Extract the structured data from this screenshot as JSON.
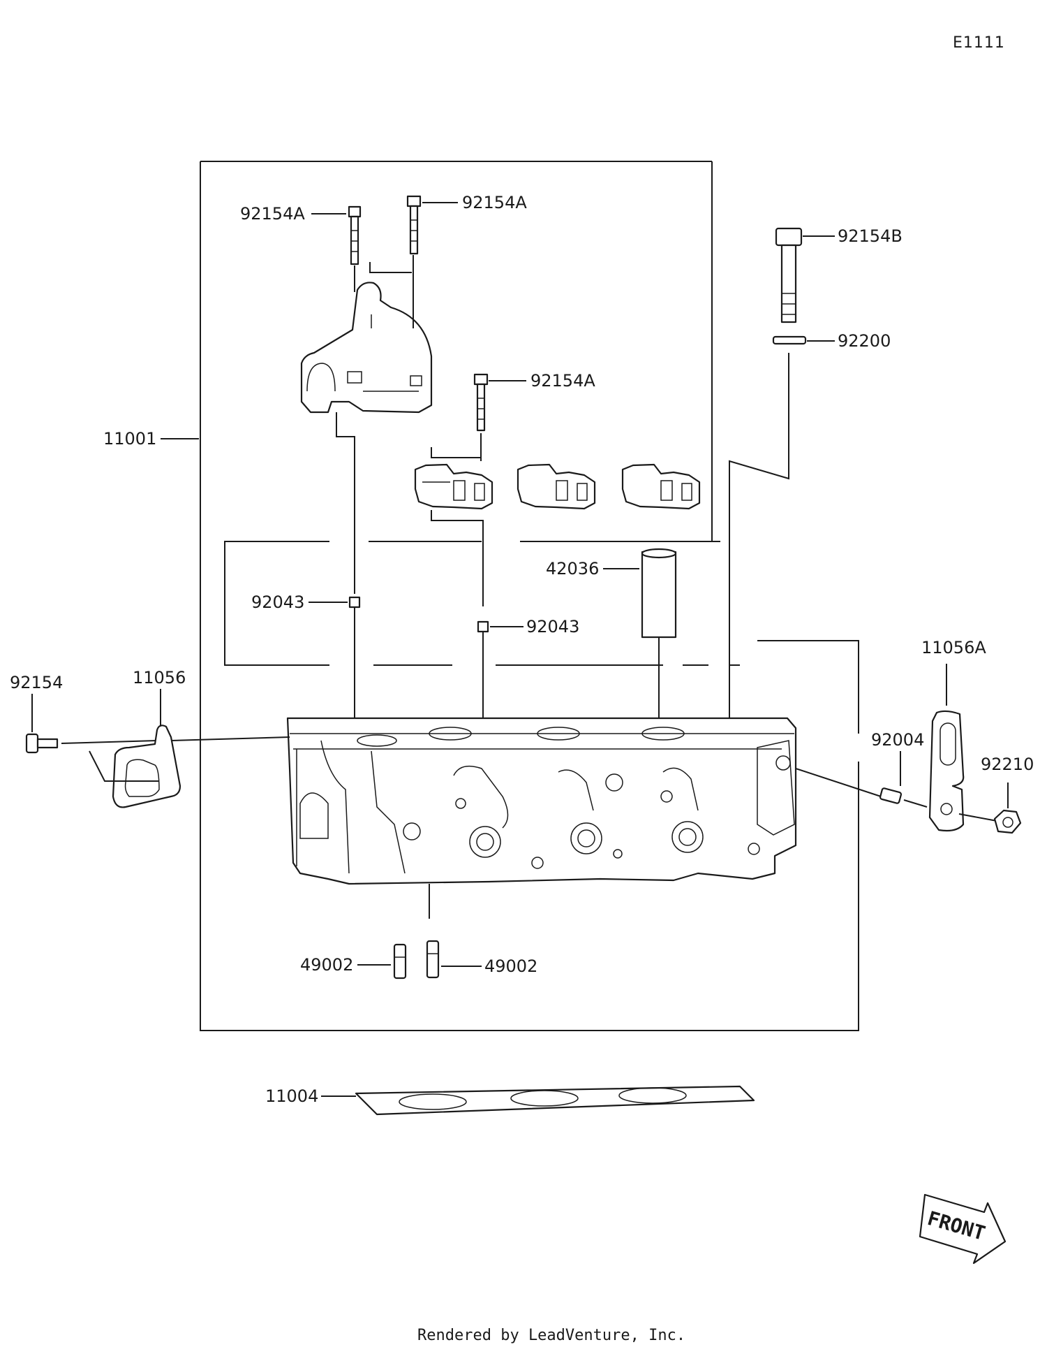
{
  "diagram_code": "E1111",
  "footer": "Rendered by LeadVenture, Inc.",
  "front_label": "FRONT",
  "callouts": {
    "c_92154A_1": "92154A",
    "c_92154A_2": "92154A",
    "c_92154A_3": "92154A",
    "c_92154B": "92154B",
    "c_92200": "92200",
    "c_11001": "11001",
    "c_42036": "42036",
    "c_92043_1": "92043",
    "c_92043_2": "92043",
    "c_92154": "92154",
    "c_11056": "11056",
    "c_11056A": "11056A",
    "c_92004": "92004",
    "c_92210": "92210",
    "c_49002_1": "49002",
    "c_49002_2": "49002",
    "c_11004": "11004"
  }
}
